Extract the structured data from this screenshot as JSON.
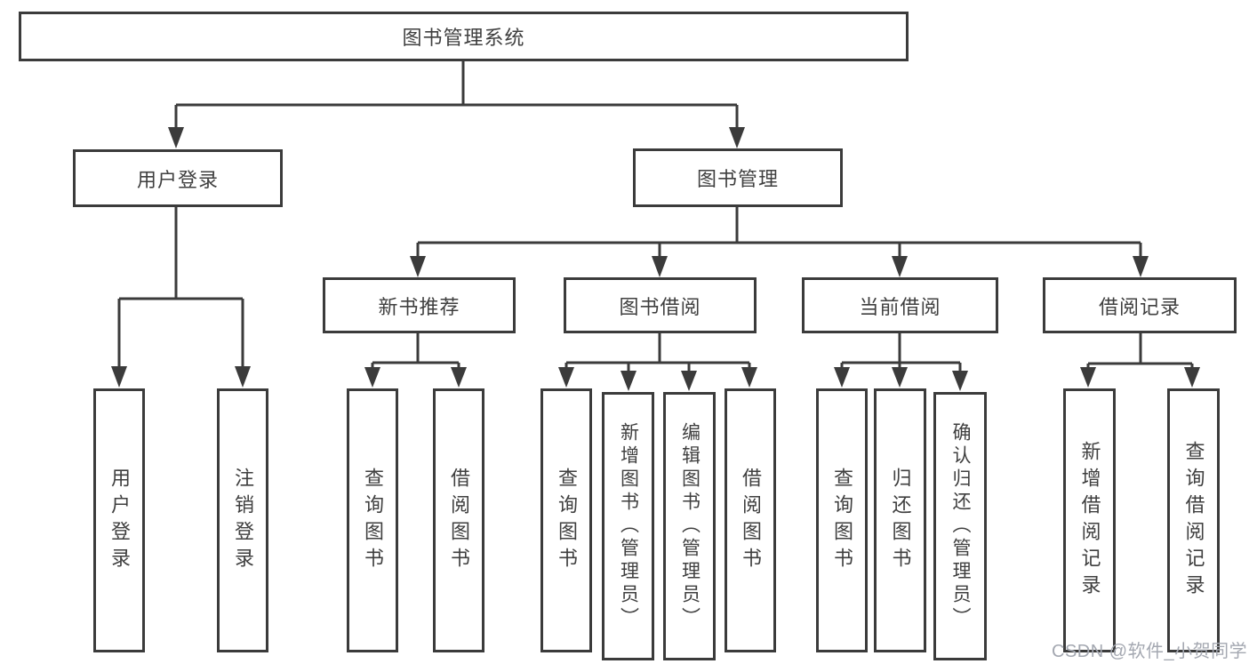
{
  "diagram": {
    "title": "图书管理系统",
    "nodes": {
      "root": "图书管理系统",
      "user_login": "用户登录",
      "book_mgmt": "图书管理",
      "new_book": "新书推荐",
      "book_borrow": "图书借阅",
      "current_borrow": "当前借阅",
      "borrow_record": "借阅记录",
      "ul_login": "用户登录",
      "ul_logout": "注销登录",
      "nb_query": "查询图书",
      "nb_borrow": "借阅图书",
      "bb_query": "查询图书",
      "bb_add": "新增图书（管理员）",
      "bb_edit": "编辑图书（管理员）",
      "bb_borrow": "借阅图书",
      "cb_query": "查询图书",
      "cb_return": "归还图书",
      "cb_confirm": "确认归还（管理员）",
      "br_add": "新增借阅记录",
      "br_query": "查询借阅记录"
    },
    "edges": [
      [
        "root",
        "user_login"
      ],
      [
        "root",
        "book_mgmt"
      ],
      [
        "user_login",
        "ul_login"
      ],
      [
        "user_login",
        "ul_logout"
      ],
      [
        "book_mgmt",
        "new_book"
      ],
      [
        "book_mgmt",
        "book_borrow"
      ],
      [
        "book_mgmt",
        "current_borrow"
      ],
      [
        "book_mgmt",
        "borrow_record"
      ],
      [
        "new_book",
        "nb_query"
      ],
      [
        "new_book",
        "nb_borrow"
      ],
      [
        "book_borrow",
        "bb_query"
      ],
      [
        "book_borrow",
        "bb_add"
      ],
      [
        "book_borrow",
        "bb_edit"
      ],
      [
        "book_borrow",
        "bb_borrow"
      ],
      [
        "current_borrow",
        "cb_query"
      ],
      [
        "current_borrow",
        "cb_return"
      ],
      [
        "current_borrow",
        "cb_confirm"
      ],
      [
        "borrow_record",
        "br_add"
      ],
      [
        "borrow_record",
        "br_query"
      ]
    ]
  },
  "watermark": {
    "text": "CSDN @软件_小贺同学"
  },
  "colors": {
    "line": "#3b3b3b",
    "text": "#3f3f3f",
    "background": "#ffffff",
    "watermark": "#a4a8b1"
  }
}
